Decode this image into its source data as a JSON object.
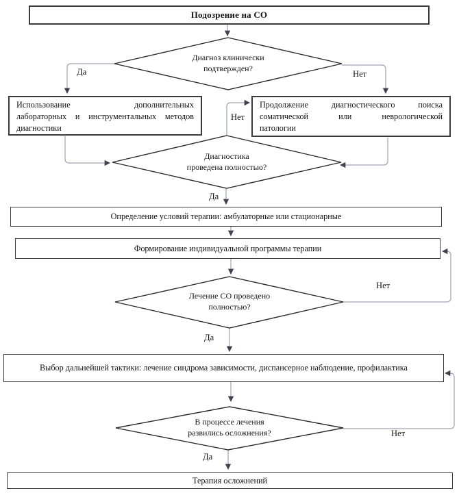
{
  "colors": {
    "connector": "#9aa2b0",
    "arrow": "#3f444e",
    "shape_border": "#2b2b2b"
  },
  "nodes": {
    "start": {
      "label": "Подозрение на СО"
    },
    "decision_diagnosis": {
      "lines": [
        "Диагноз клинически",
        "подтвержден?"
      ]
    },
    "box_additional_methods": {
      "lines": [
        "Использование дополнительных",
        "лабораторных и инструментальных методов",
        "диагностики"
      ]
    },
    "box_continue_search": {
      "lines": [
        "Продолжение диагностического поиска",
        "соматической или неврологической",
        "патологии"
      ]
    },
    "decision_diagnostics_complete": {
      "lines": [
        "Диагностика",
        "проведена полностью?"
      ]
    },
    "box_therapy_conditions": {
      "label": "Определение условий терапии: амбулаторные или стационарные"
    },
    "box_individual_program": {
      "label": "Формирование индивидуальной программы терапии"
    },
    "decision_treatment_complete": {
      "lines": [
        "Лечение СО проведено",
        "полностью?"
      ]
    },
    "box_further_tactics": {
      "label": "Выбор дальнейшей тактики: лечение синдрома зависимости, диспансерное наблюдение, профилактика"
    },
    "decision_complications": {
      "lines": [
        "В процессе лечения",
        "развились осложнения?"
      ]
    },
    "end": {
      "label": "Терапия осложнений"
    }
  },
  "edge_labels": {
    "diagnosis_yes": "Да",
    "diagnosis_no": "Нет",
    "diagnostics_no": "Нет",
    "diagnostics_yes": "Да",
    "treatment_no": "Нет",
    "treatment_yes": "Да",
    "complications_no": "Нет",
    "complications_yes": "Да"
  }
}
